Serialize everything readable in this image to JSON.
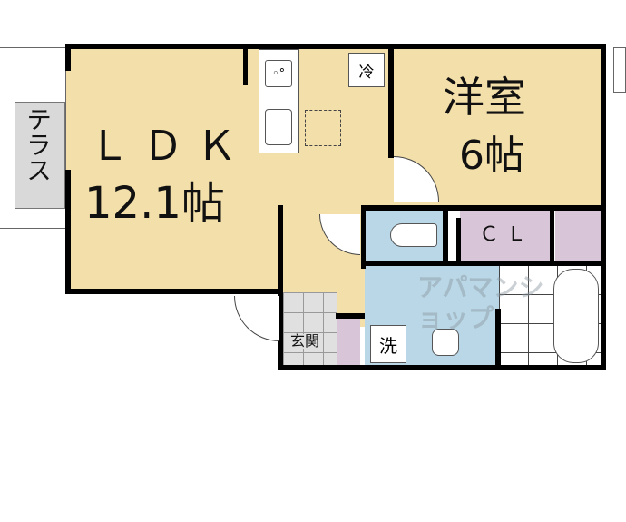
{
  "floorplan": {
    "colors": {
      "living": "#f3dfaa",
      "wet": "#b9d7e6",
      "storage": "#d9c5d8",
      "terrace": "#d9d9d9",
      "entry": "#e0e0e0",
      "wall": "#000000"
    },
    "rooms": {
      "ldk": {
        "name": "ＬＤＫ",
        "size": "12.1帖"
      },
      "western": {
        "name": "洋室",
        "size": "6帖"
      },
      "terrace": {
        "name": "テラス"
      },
      "closet": {
        "name": "ＣＬ"
      },
      "entrance": {
        "name": "玄関"
      },
      "washer": {
        "name": "洗"
      },
      "fridge": {
        "name": "冷"
      }
    },
    "watermark": "アパマンショップ"
  }
}
